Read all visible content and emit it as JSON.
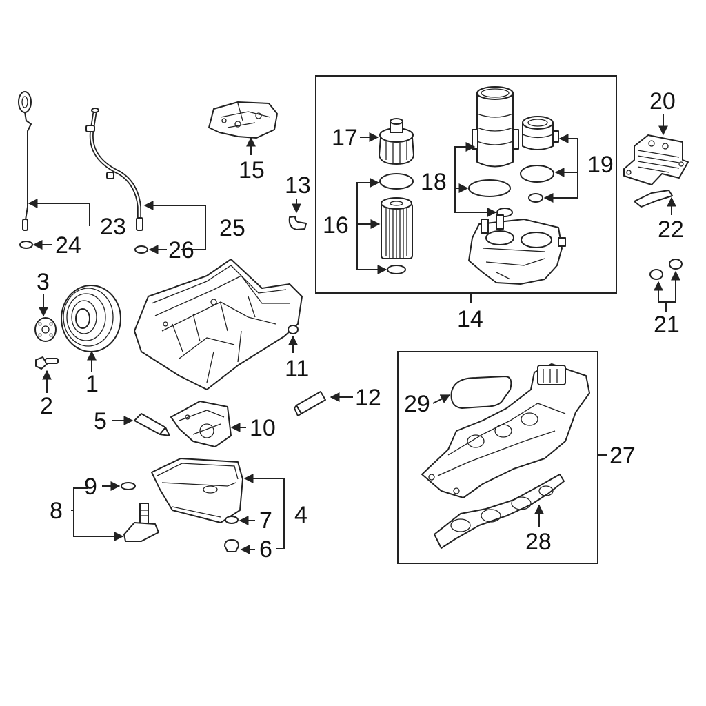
{
  "callouts": {
    "c1": "1",
    "c2": "2",
    "c3": "3",
    "c4": "4",
    "c5": "5",
    "c6": "6",
    "c7": "7",
    "c8": "8",
    "c9": "9",
    "c10": "10",
    "c11": "11",
    "c12": "12",
    "c13": "13",
    "c14": "14",
    "c15": "15",
    "c16": "16",
    "c17": "17",
    "c18": "18",
    "c19": "19",
    "c20": "20",
    "c21": "21",
    "c22": "22",
    "c23": "23",
    "c24": "24",
    "c25": "25",
    "c26": "26",
    "c27": "27",
    "c28": "28",
    "c29": "29"
  },
  "groups": [
    {
      "id": "oil-filter-housing-assembly",
      "callout": "14",
      "contains": [
        "16",
        "17",
        "18",
        "19"
      ]
    },
    {
      "id": "intake-manifold-assembly",
      "callout": "27",
      "contains": [
        "28",
        "29"
      ]
    }
  ]
}
